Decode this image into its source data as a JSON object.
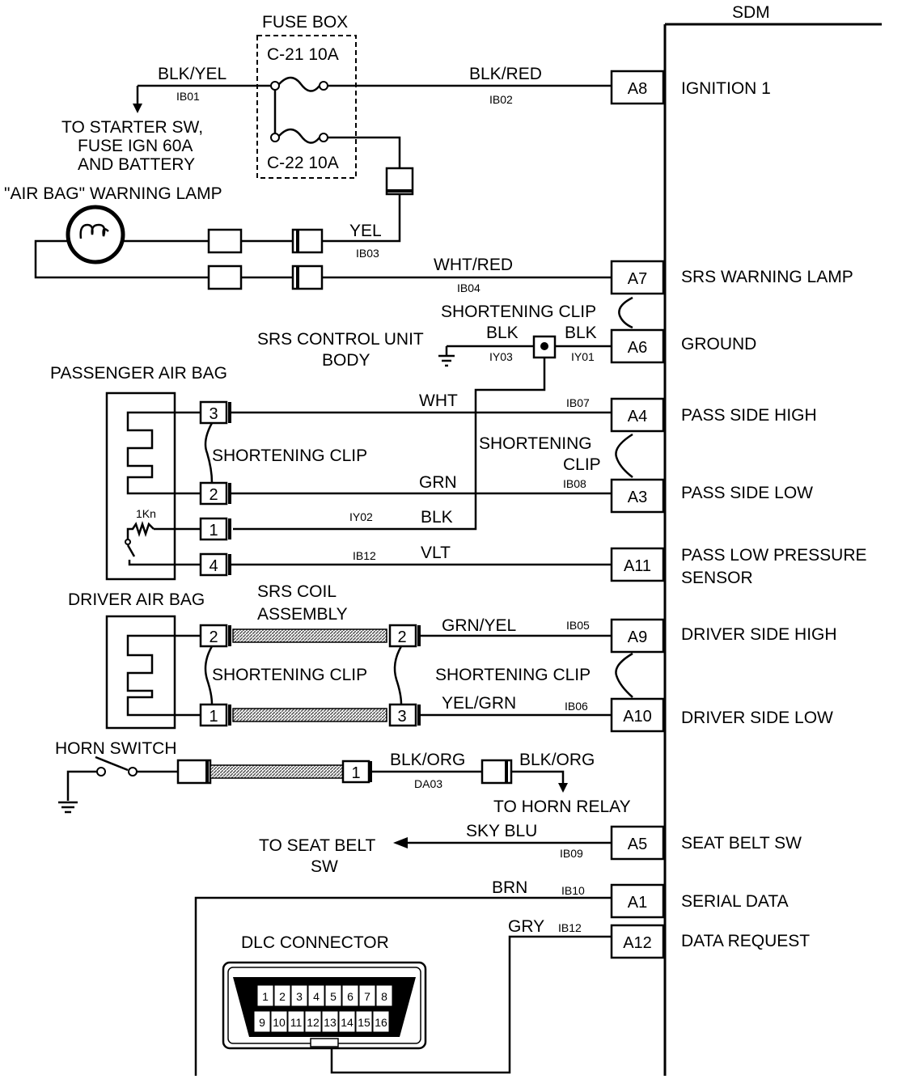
{
  "sdm": {
    "title": "SDM",
    "pins": [
      {
        "id": "A8",
        "desc": "IGNITION 1"
      },
      {
        "id": "A7",
        "desc": "SRS WARNING LAMP"
      },
      {
        "id": "A6",
        "desc": "GROUND"
      },
      {
        "id": "A4",
        "desc": "PASS SIDE HIGH"
      },
      {
        "id": "A3",
        "desc": "PASS SIDE LOW"
      },
      {
        "id": "A11",
        "desc": "PASS LOW PRESSURE",
        "desc2": "SENSOR"
      },
      {
        "id": "A9",
        "desc": "DRIVER SIDE HIGH"
      },
      {
        "id": "A10",
        "desc": "DRIVER SIDE LOW"
      },
      {
        "id": "A5",
        "desc": "SEAT BELT SW"
      },
      {
        "id": "A1",
        "desc": "SERIAL DATA"
      },
      {
        "id": "A12",
        "desc": "DATA REQUEST"
      }
    ]
  },
  "fuse_box": {
    "title": "FUSE BOX",
    "fuse1": "C-21 10A",
    "fuse2": "C-22 10A"
  },
  "labels": {
    "starter1": "TO STARTER SW,",
    "starter2": "FUSE IGN 60A",
    "starter3": "AND BATTERY",
    "warning_lamp": "\"AIR BAG\" WARNING LAMP",
    "srs_ctrl1": "SRS CONTROL UNIT",
    "srs_ctrl2": "BODY",
    "passenger_bag": "PASSENGER AIR BAG",
    "driver_bag": "DRIVER AIR BAG",
    "srs_coil1": "SRS COIL",
    "srs_coil2": "ASSEMBLY",
    "horn_switch": "HORN SWITCH",
    "horn_relay": "TO HORN RELAY",
    "seat_belt1": "TO SEAT BELT",
    "seat_belt2": "SW",
    "dlc": "DLC CONNECTOR",
    "resistor": "1Kn",
    "shorting_clip": "SHORTENING CLIP",
    "shorting_clip_a": "SHORTENING",
    "shorting_clip_b": "CLIP"
  },
  "wires": {
    "blk_yel": "BLK/YEL",
    "ib01": "IB01",
    "blk_red": "BLK/RED",
    "ib02": "IB02",
    "yel": "YEL",
    "ib03": "IB03",
    "wht_red": "WHT/RED",
    "ib04": "IB04",
    "blk": "BLK",
    "iy03": "IY03",
    "iy01": "IY01",
    "wht": "WHT",
    "ib07": "IB07",
    "grn": "GRN",
    "ib08": "IB08",
    "iy02": "IY02",
    "vlt": "VLT",
    "ib12": "IB12",
    "grn_yel": "GRN/YEL",
    "ib05": "IB05",
    "yel_grn": "YEL/GRN",
    "ib06": "IB06",
    "blk_org": "BLK/ORG",
    "da03": "DA03",
    "sky_blu": "SKY  BLU",
    "ib09": "IB09",
    "brn": "BRN",
    "ib10": "IB10",
    "gry": "GRY"
  },
  "connector_pins": {
    "p1": "1",
    "p2": "2",
    "p3": "3",
    "p4": "4"
  },
  "dlc_pins": [
    "1",
    "2",
    "3",
    "4",
    "5",
    "6",
    "7",
    "8",
    "9",
    "10",
    "11",
    "12",
    "13",
    "14",
    "15",
    "16"
  ]
}
